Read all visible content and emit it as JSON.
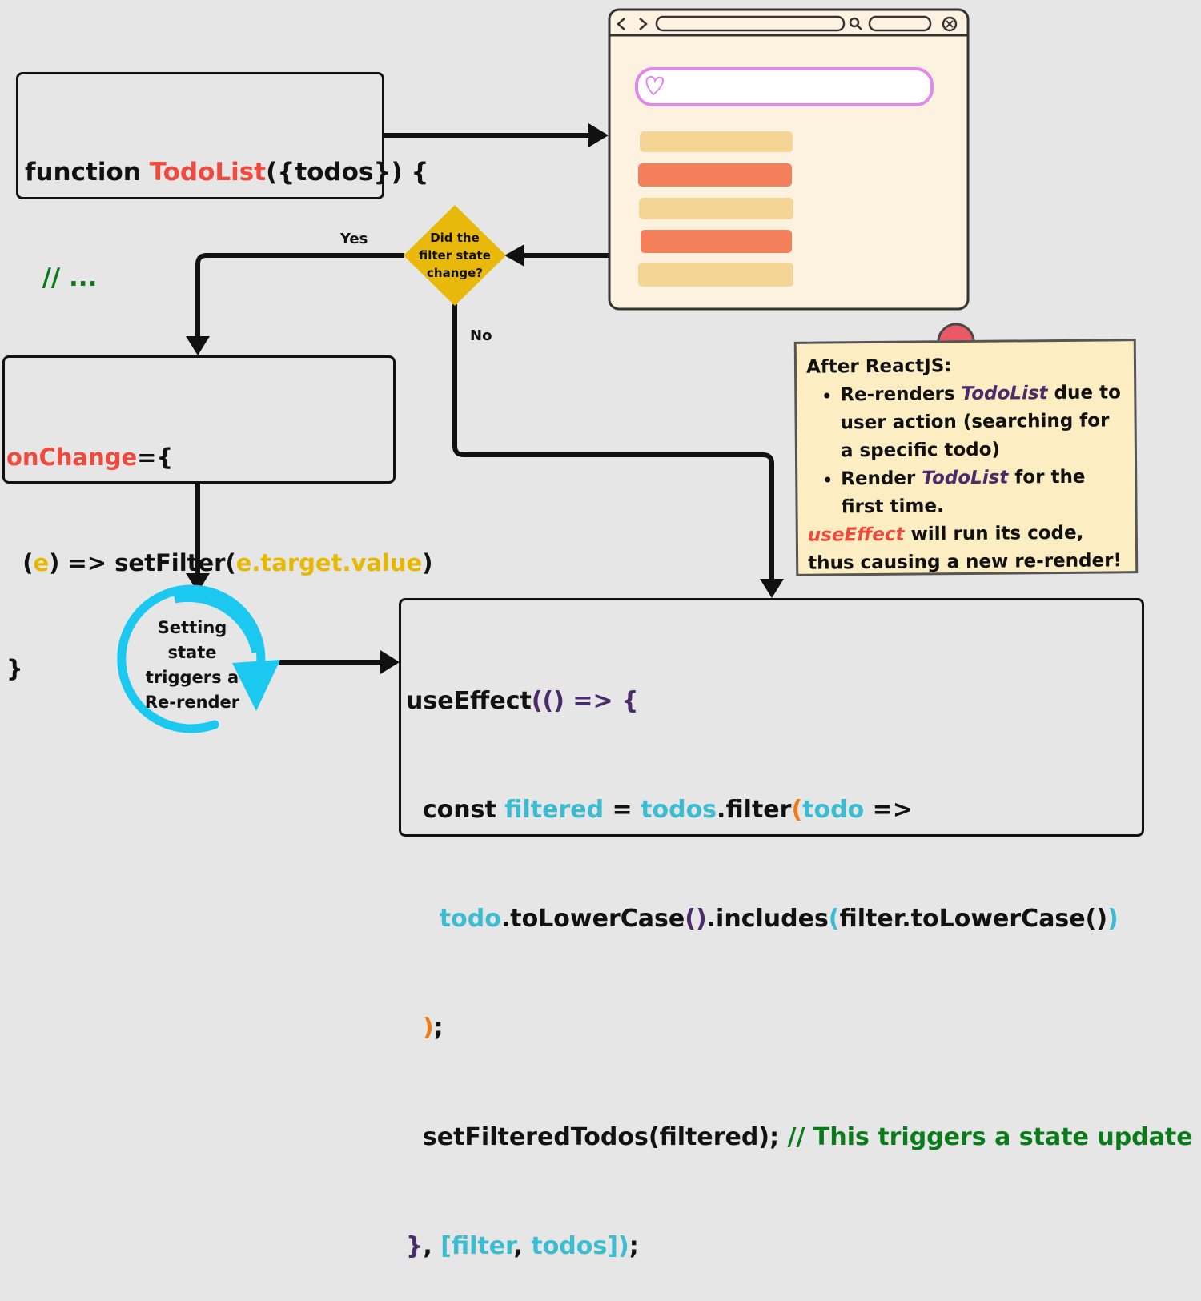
{
  "todolist_box": {
    "l1_kw": "function ",
    "l1_name": "TodoList",
    "l1_rest": "({todos}) {",
    "l2": "  // ...",
    "l3": "}"
  },
  "decision": {
    "line1": "Did the",
    "line2": "filter state",
    "line3": "change?",
    "yes": "Yes",
    "no": "No"
  },
  "onchange_box": {
    "l1_prop": "onChange",
    "l1_rest": "={",
    "l2_a": "  (",
    "l2_e": "e",
    "l2_b": ") => setFilter(",
    "l2_val": "e.target.value",
    "l2_c": ")",
    "l3": "}"
  },
  "rerender_cycle": {
    "line1": "Setting",
    "line2": "state",
    "line3": "triggers a",
    "line4": "Re-render"
  },
  "note": {
    "heading": "After ReactJS:",
    "b1_a": "Re-renders ",
    "b1_name": "TodoList",
    "b1_b": " due to user action (searching for a specific todo)",
    "b2_a": "Render ",
    "b2_name": "TodoList",
    "b2_b": " for the first time.",
    "tail_name": "useEffect",
    "tail_rest": " will run its code, thus causing a new re-render!"
  },
  "useeffect_box": {
    "l1_a": "useEffect",
    "l1_b": "(() => {",
    "l2_a": "  const ",
    "l2_filtered": "filtered",
    "l2_eq": " = ",
    "l2_todos": "todos",
    "l2_filter": ".filter",
    "l2_paren": "(",
    "l2_todo": "todo",
    "l2_arrow": " =>",
    "l3_indent": "    ",
    "l3_todo": "todo",
    "l3_lower": ".toLowerCase",
    "l3_p1": "()",
    "l3_inc": ".includes",
    "l3_p2": "(",
    "l3_arg": "filter.toLowerCase()",
    "l3_p3": ")",
    "l4_indent": "  ",
    "l4_paren": ")",
    "l4_semi": ";",
    "l5_a": "  setFilteredTodos(filtered); ",
    "l5_comment": "// This triggers a state update",
    "l6_a": "}",
    "l6_b": ", ",
    "l6_br": "[",
    "l6_filter": "filter",
    "l6_comma": ", ",
    "l6_todos": "todos",
    "l6_end": "])",
    "l6_semi": ";"
  },
  "colors": {
    "red": "#f04a3e",
    "green": "#0a7a1a",
    "gold": "#e6b800",
    "cyan": "#3bbcd0",
    "purple": "#4a2b6b",
    "diamond": "#e8b90a",
    "browser_bg": "#fdf1df",
    "bar_light": "#f5d596",
    "bar_dark": "#f3805a"
  }
}
